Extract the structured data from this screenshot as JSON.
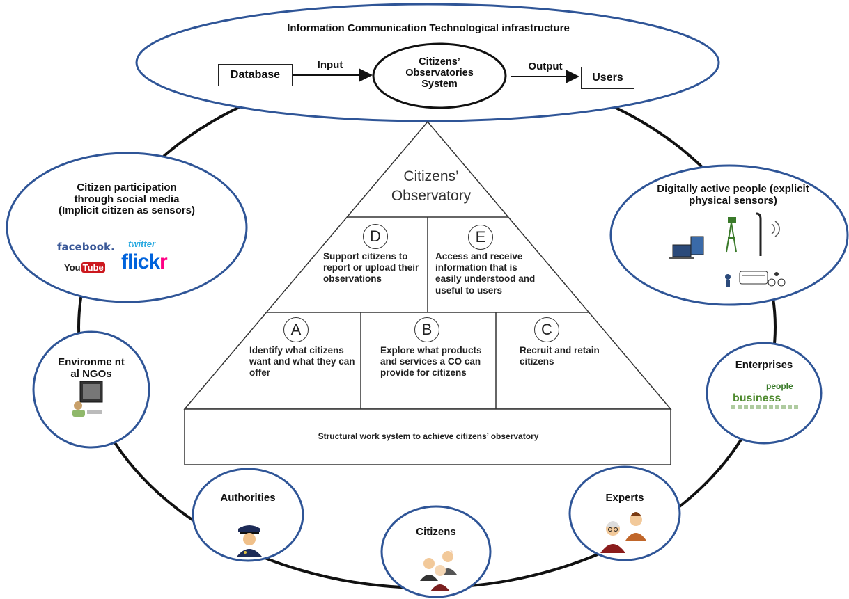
{
  "ict": {
    "title": "Information Communication Technological infrastructure",
    "database": "Database",
    "input": "Input",
    "system_line1": "Citizens’",
    "system_line2": "Observatories",
    "system_line3": "System",
    "output": "Output",
    "users": "Users"
  },
  "pyramid": {
    "top_line1": "Citizens’",
    "top_line2": "Observatory",
    "d": {
      "letter": "D",
      "text": "Support citizens to report or upload their observations"
    },
    "e": {
      "letter": "E",
      "text": "Access and receive information that is easily understood and useful to users"
    },
    "a": {
      "letter": "A",
      "text": "Identify what citizens want and what they can offer"
    },
    "b": {
      "letter": "B",
      "text": "Explore what products and services a CO can provide for citizens"
    },
    "c": {
      "letter": "C",
      "text": "Recruit and retain citizens"
    },
    "base": "Structural work system to achieve citizens’ observatory"
  },
  "stakeholders": {
    "social": {
      "title": "Citizen participation through social media (Implicit citizen as sensors)",
      "logos": {
        "facebook": "facebook.",
        "twitter": "twitter",
        "youtube_you": "You",
        "youtube_tube": "Tube",
        "flickr_a": "flick",
        "flickr_b": "r"
      }
    },
    "digital": {
      "title": "Digitally active people (explicit physical sensors)"
    },
    "ngo": {
      "title": "Environme ntal NGOs"
    },
    "enterprises": {
      "title": "Enterprises",
      "cloud_a": "people",
      "cloud_b": "business"
    },
    "authorities": {
      "title": "Authorities"
    },
    "citizens": {
      "title": "Citizens"
    },
    "experts": {
      "title": "Experts"
    }
  },
  "colors": {
    "ellipse_stroke": "#2f5597",
    "facebook": "#3b5998",
    "twitter": "#29a9e0",
    "youtube": "#cc181e",
    "flickr_blue": "#0063dc",
    "flickr_pink": "#ff0084"
  }
}
